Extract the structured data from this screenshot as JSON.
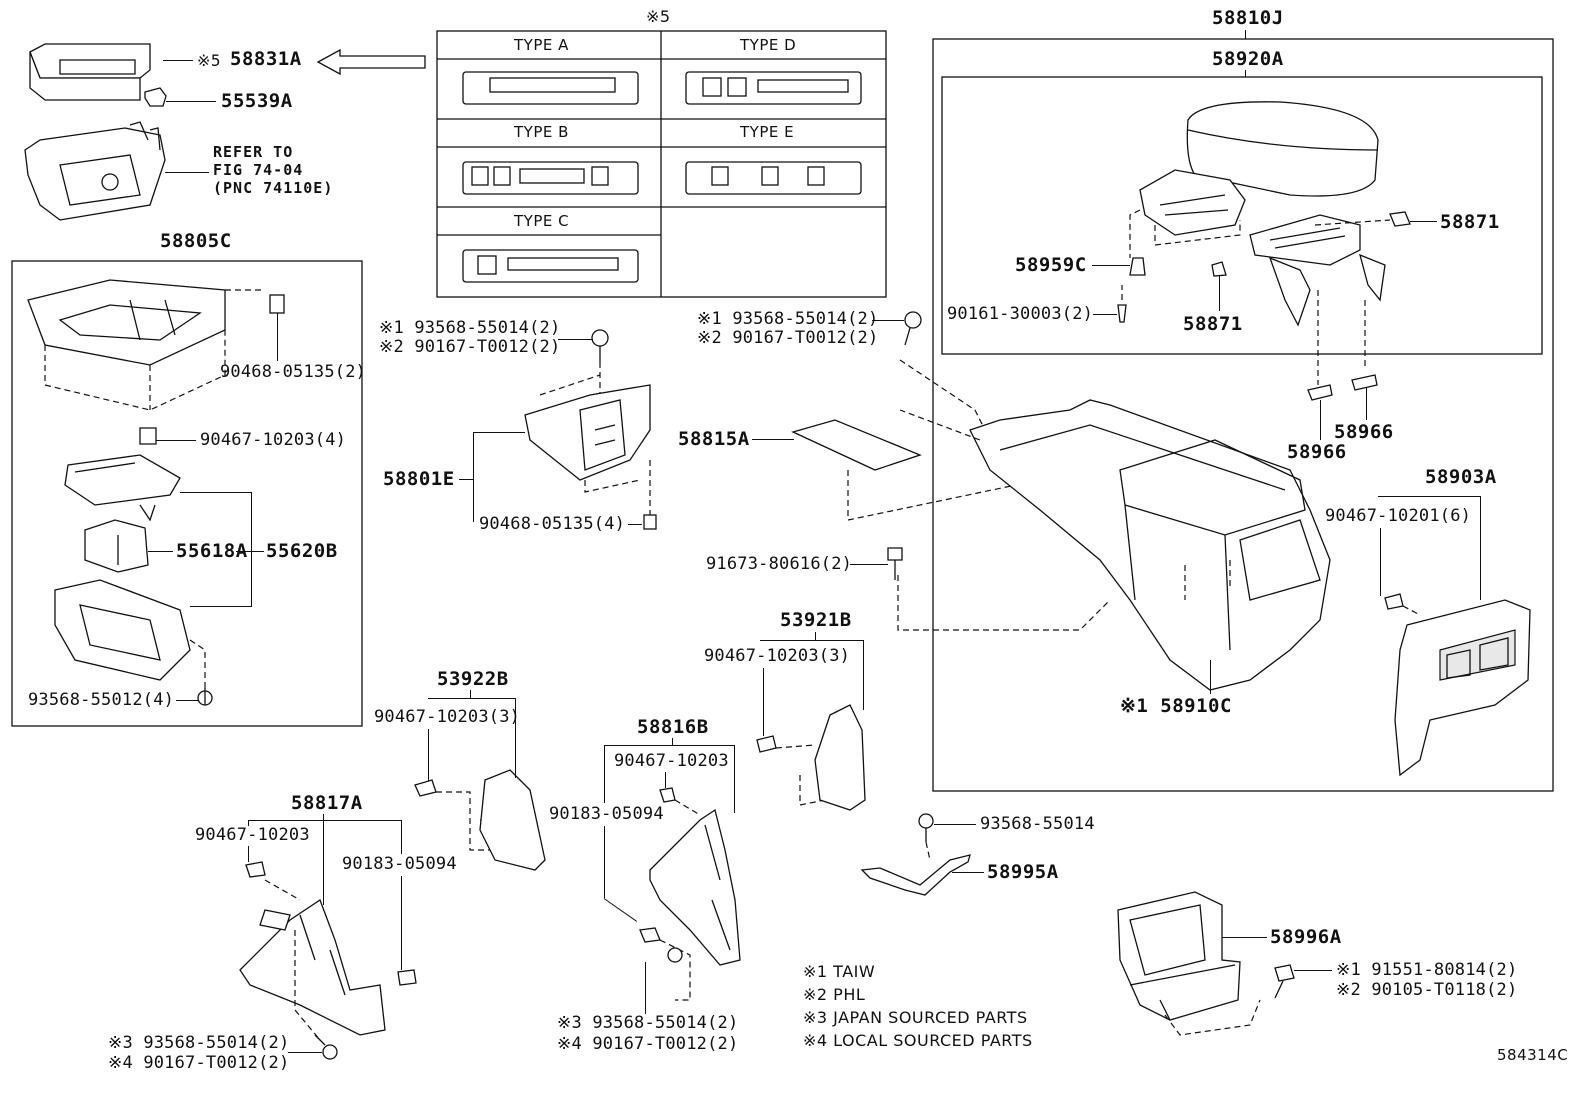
{
  "diagram": {
    "figure_code": "584314C",
    "type_table": {
      "header_note": "※5",
      "types": [
        "TYPE A",
        "TYPE D",
        "TYPE B",
        "TYPE E",
        "TYPE C"
      ]
    },
    "refer_note": [
      "REFER TO",
      "FIG 74-04",
      "(PNC 74110E)"
    ],
    "parts": {
      "p58831A": "58831A",
      "p58831A_mark": "※5",
      "p55539A": "55539A",
      "p58805C": "58805C",
      "p90468_05135_2": "90468-05135(2)",
      "p90467_10203_4": "90467-10203(4)",
      "p55618A": "55618A",
      "p55620B": "55620B",
      "p93568_55012_4": "93568-55012(4)",
      "p58801E": "58801E",
      "p90468_05135_4": "90468-05135(4)",
      "p93568_55014_2_a": "※1 93568-55014(2)",
      "p90167_T0012_2_a": "※2 90167-T0012(2)",
      "p93568_55014_2_b": "※1 93568-55014(2)",
      "p90167_T0012_2_b": "※2 90167-T0012(2)",
      "p58815A": "58815A",
      "p91673_80616_2": "91673-80616(2)",
      "p58810J": "58810J",
      "p58920A": "58920A",
      "p58959C": "58959C",
      "p90161_30003_2": "90161-30003(2)",
      "p58871_a": "58871",
      "p58871_b": "58871",
      "p58966_a": "58966",
      "p58966_b": "58966",
      "p58903A": "58903A",
      "p90467_10201_6": "90467-10201(6)",
      "p58910C": "※1 58910C",
      "p53922B": "53922B",
      "p90467_10203_3_a": "90467-10203(3)",
      "p53921B": "53921B",
      "p90467_10203_3_b": "90467-10203(3)",
      "p58816B": "58816B",
      "p90467_10203_c": "90467-10203",
      "p90183_05094_a": "90183-05094",
      "p58817A": "58817A",
      "p90467_10203_d": "90467-10203",
      "p90183_05094_b": "90183-05094",
      "p93568_55014_2_c": "※3 93568-55014(2)",
      "p90167_T0012_2_c": "※4 90167-T0012(2)",
      "p93568_55014_2_d": "※3 93568-55014(2)",
      "p90167_T0012_2_d": "※4 90167-T0012(2)",
      "p93568_55014": "93568-55014",
      "p58995A": "58995A",
      "p58996A": "58996A",
      "p91551_80814_2": "※1 91551-80814(2)",
      "p90105_T0118_2": "※2 90105-T0118(2)"
    },
    "legend": [
      "※1 TAIW",
      "※2 PHL",
      "※3 JAPAN SOURCED PARTS",
      "※4 LOCAL SOURCED PARTS"
    ]
  }
}
